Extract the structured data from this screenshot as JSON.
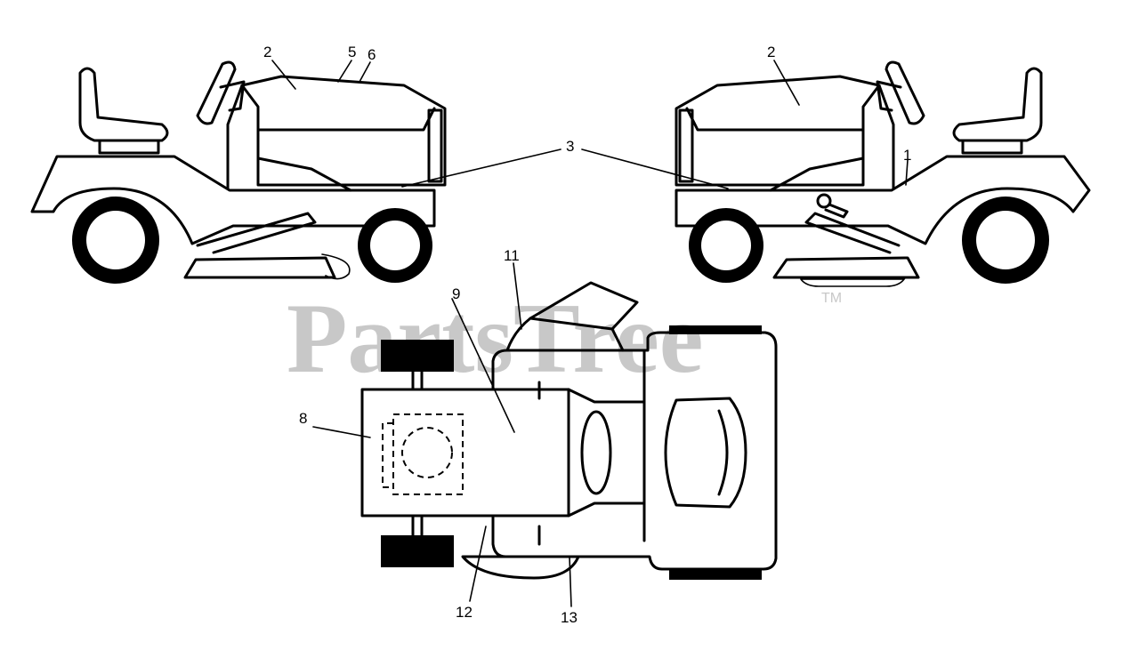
{
  "watermark": {
    "text": "PartsTree",
    "trademark": "TM"
  },
  "callouts": [
    {
      "id": "c2a",
      "text": "2"
    },
    {
      "id": "c5",
      "text": "5"
    },
    {
      "id": "c6",
      "text": "6"
    },
    {
      "id": "c2b",
      "text": "2"
    },
    {
      "id": "c3",
      "text": "3"
    },
    {
      "id": "c1",
      "text": "1"
    },
    {
      "id": "c11",
      "text": "11"
    },
    {
      "id": "c9",
      "text": "9"
    },
    {
      "id": "c8",
      "text": "8"
    },
    {
      "id": "c12",
      "text": "12"
    },
    {
      "id": "c13",
      "text": "13"
    }
  ]
}
